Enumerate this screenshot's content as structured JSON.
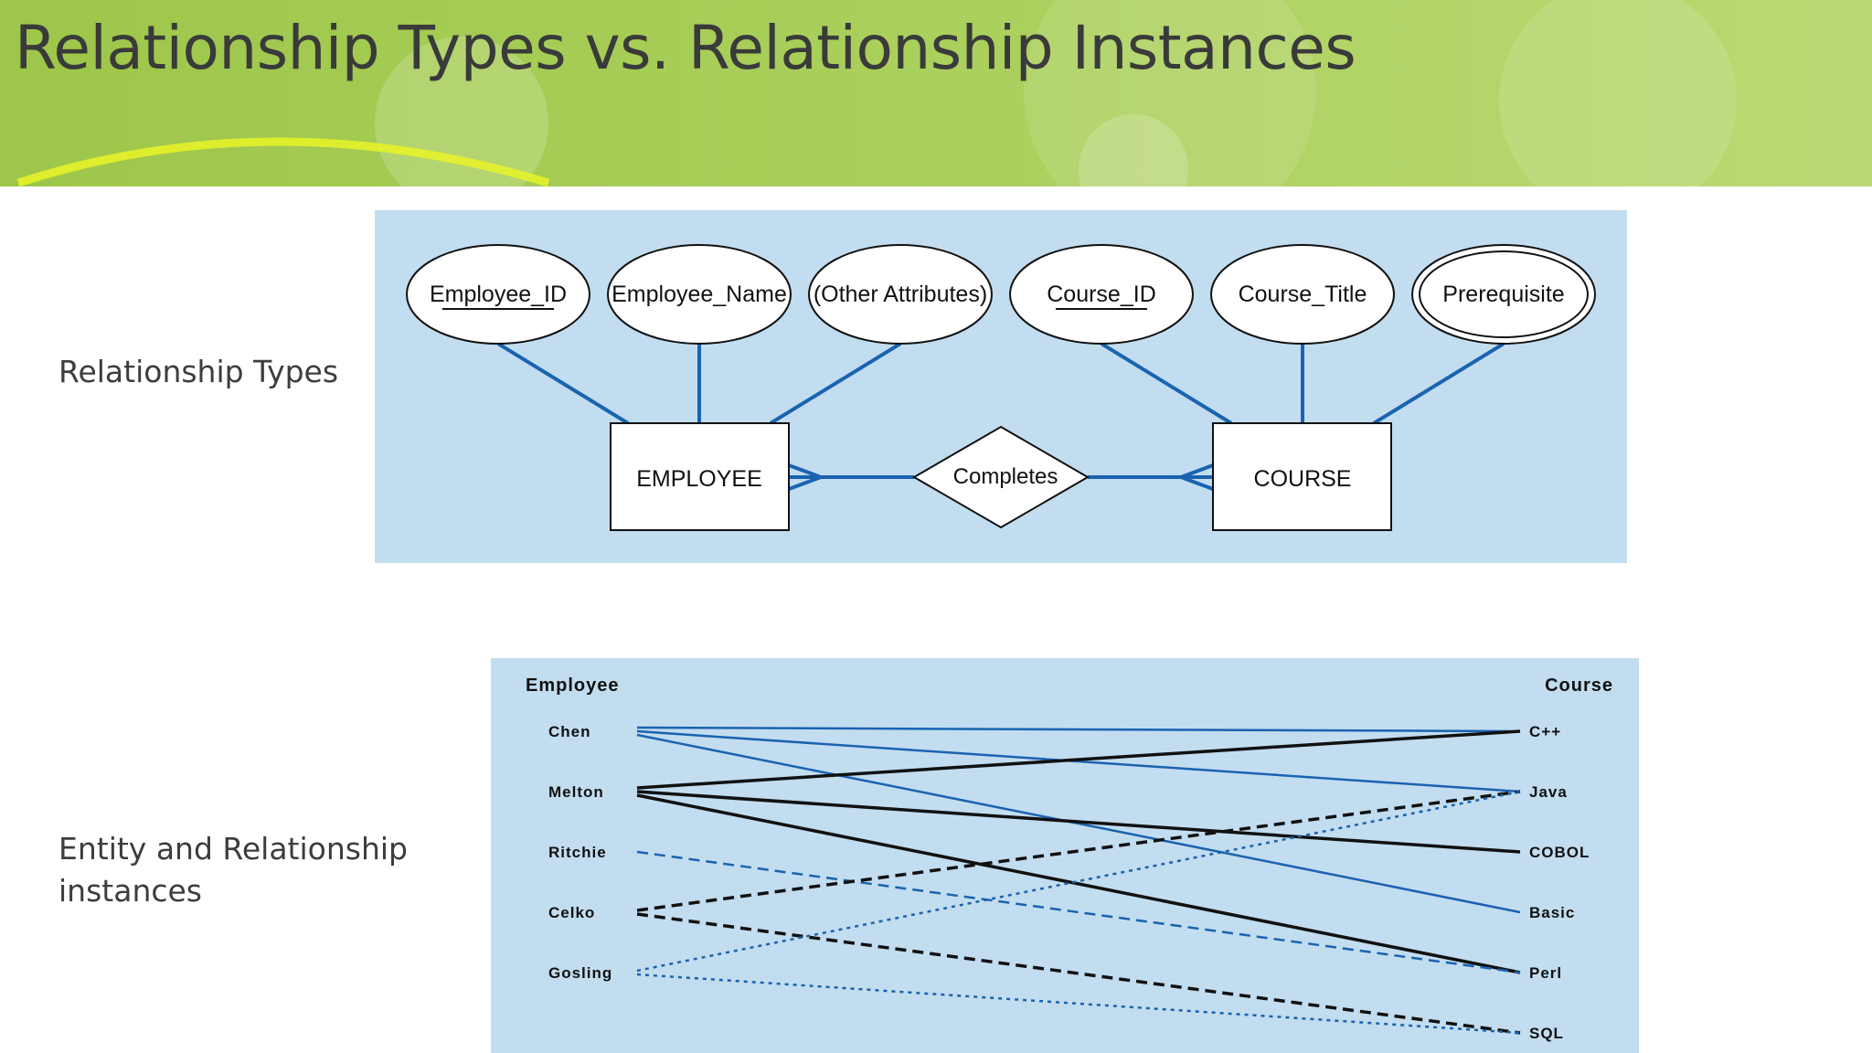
{
  "slide": {
    "title": "Relationship Types vs. Relationship Instances",
    "label_types": "Relationship Types",
    "label_instances_line1": "Entity and Relationship",
    "label_instances_line2": "instances"
  },
  "er_diagram": {
    "attributes": [
      {
        "label": "Employee_ID",
        "key": true,
        "multivalued": false
      },
      {
        "label": "Employee_Name",
        "key": false,
        "multivalued": false
      },
      {
        "label": "(Other Attributes)",
        "key": false,
        "multivalued": false
      },
      {
        "label": "Course_ID",
        "key": true,
        "multivalued": false
      },
      {
        "label": "Course_Title",
        "key": false,
        "multivalued": false
      },
      {
        "label": "Prerequisite",
        "key": false,
        "multivalued": true
      }
    ],
    "entities": [
      "EMPLOYEE",
      "COURSE"
    ],
    "relationship": "Completes"
  },
  "instances": {
    "left_header": "Employee",
    "right_header": "Course",
    "employees": [
      "Chen",
      "Melton",
      "Ritchie",
      "Celko",
      "Gosling"
    ],
    "courses": [
      "C++",
      "Java",
      "COBOL",
      "Basic",
      "Perl",
      "SQL"
    ],
    "links": [
      {
        "from": "Chen",
        "to": "C++",
        "color": "#1a63b0",
        "dash": "solid"
      },
      {
        "from": "Chen",
        "to": "Java",
        "color": "#1a63b0",
        "dash": "solid"
      },
      {
        "from": "Chen",
        "to": "Basic",
        "color": "#1a63b0",
        "dash": "solid"
      },
      {
        "from": "Melton",
        "to": "C++",
        "color": "#111111",
        "dash": "solid"
      },
      {
        "from": "Melton",
        "to": "COBOL",
        "color": "#111111",
        "dash": "solid"
      },
      {
        "from": "Melton",
        "to": "Perl",
        "color": "#111111",
        "dash": "solid"
      },
      {
        "from": "Ritchie",
        "to": "Perl",
        "color": "#1a63b0",
        "dash": "dashed"
      },
      {
        "from": "Celko",
        "to": "Java",
        "color": "#111111",
        "dash": "dashed"
      },
      {
        "from": "Celko",
        "to": "SQL",
        "color": "#111111",
        "dash": "dashed"
      },
      {
        "from": "Gosling",
        "to": "Java",
        "color": "#1a63b0",
        "dash": "dotted"
      },
      {
        "from": "Gosling",
        "to": "SQL",
        "color": "#1a63b0",
        "dash": "dotted"
      }
    ]
  },
  "colors": {
    "banner_green": "#a9cf5a",
    "panel_blue": "#c2ddef",
    "line_blue": "#1a63b0",
    "line_black": "#111111"
  }
}
